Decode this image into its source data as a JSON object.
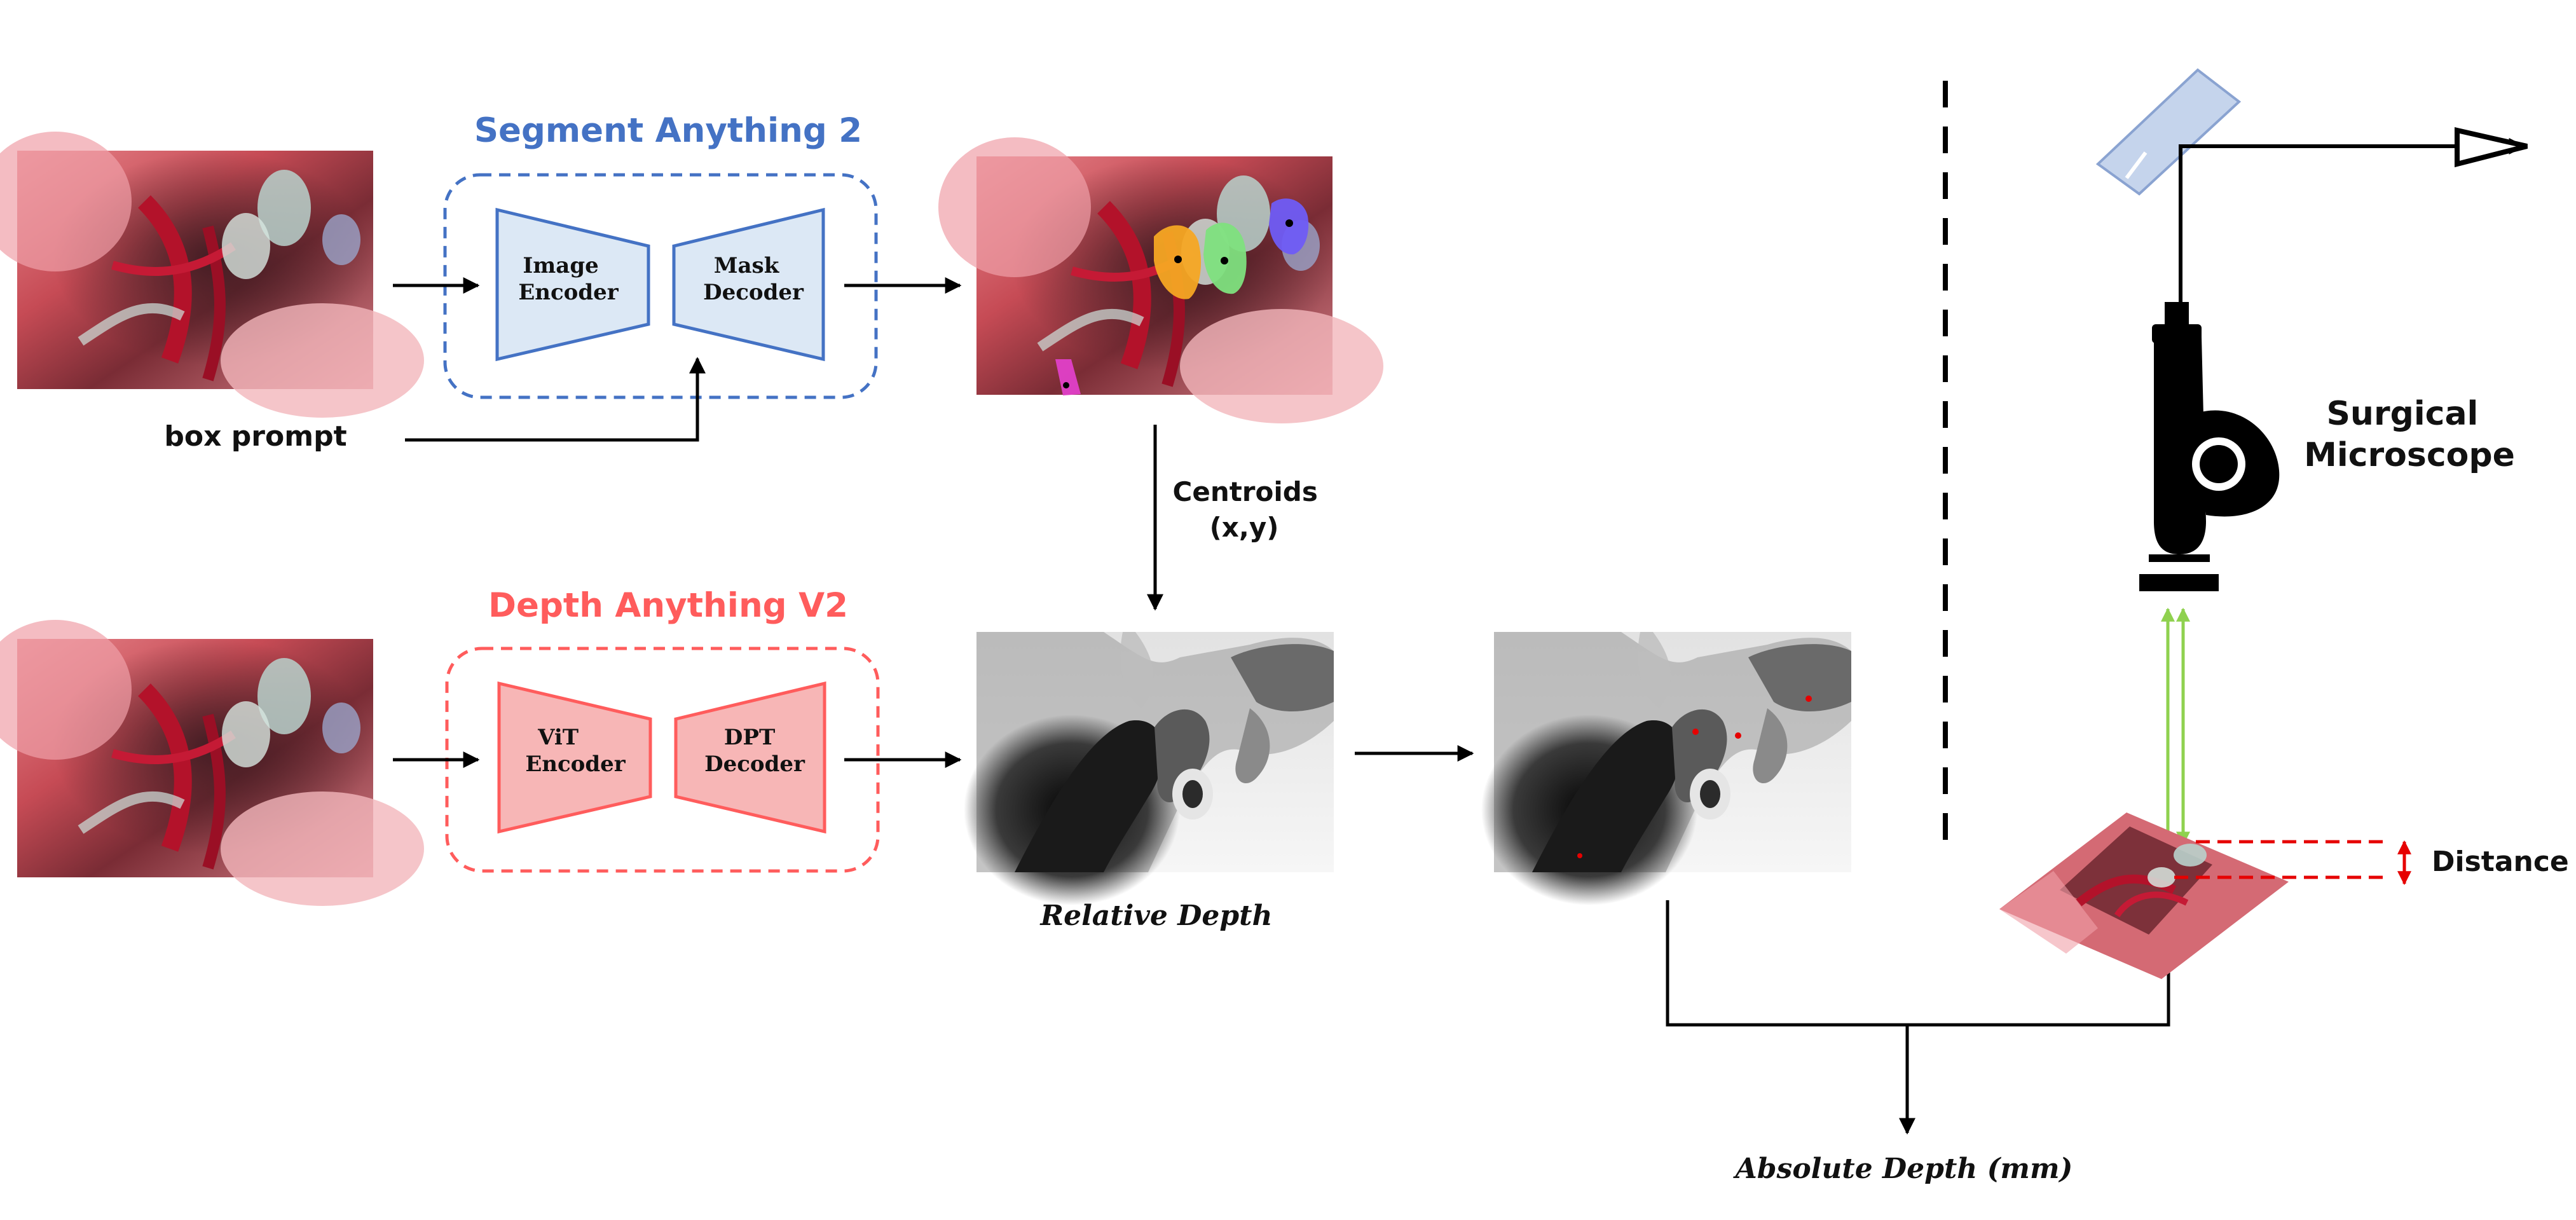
{
  "segment_block": {
    "title": "Segment Anything 2",
    "encoder": [
      "Image",
      "Encoder"
    ],
    "decoder": [
      "Mask",
      "Decoder"
    ],
    "prompt_label": "box prompt"
  },
  "depth_block": {
    "title": "Depth Anything V2",
    "encoder": [
      "ViT",
      "Encoder"
    ],
    "decoder": [
      "DPT",
      "Decoder"
    ]
  },
  "centroids": [
    "Centroids",
    "(x,y)"
  ],
  "relative_depth_label": "Relative Depth",
  "absolute_depth_label": "Absolute Depth (mm)",
  "microscope": [
    "Surgical",
    "Microscope"
  ],
  "distance_label": "Distance",
  "colors": {
    "sam_blue": "#4472c4",
    "sam_fill": "#dce8f5",
    "depth_red": "#ff5c5c",
    "depth_fill": "#f7b6b6",
    "arrow_green": "#8fd14f",
    "distance_red": "#e60000",
    "mask_orange": "#f5a623",
    "mask_green": "#7ee07e",
    "mask_purple": "#6f5cf5",
    "mask_pink": "#e040c8"
  }
}
